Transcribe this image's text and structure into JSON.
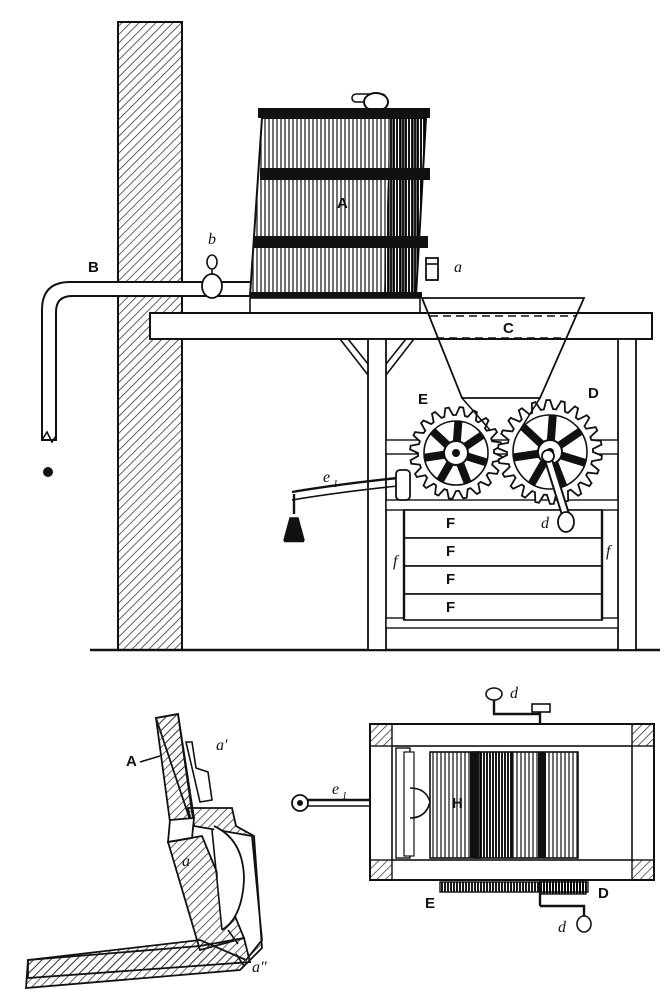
{
  "figure_1": {
    "labels": {
      "vat": "A",
      "pipe": "B",
      "hopper": "C",
      "large_gear": "D",
      "small_gear": "E",
      "valve_a": "a",
      "valve_b": "b",
      "crank": "d",
      "lever": "e",
      "lever_subscript": "1",
      "post_f_left": "f",
      "post_f_right": "f",
      "boards": [
        "F",
        "F",
        "F",
        "F"
      ]
    }
  },
  "figure_2": {
    "labels": {
      "wall": "A",
      "a_prime": "a′",
      "a": "a",
      "a_double_prime": "a″"
    }
  },
  "figure_3": {
    "labels": {
      "crank_top": "d",
      "crank_bottom": "d",
      "lever": "e",
      "lever_subscript": "1",
      "roller": "H",
      "small_gear": "E",
      "large_gear": "D"
    }
  },
  "colors": {
    "ink": "#111111",
    "paper": "#ffffff"
  }
}
